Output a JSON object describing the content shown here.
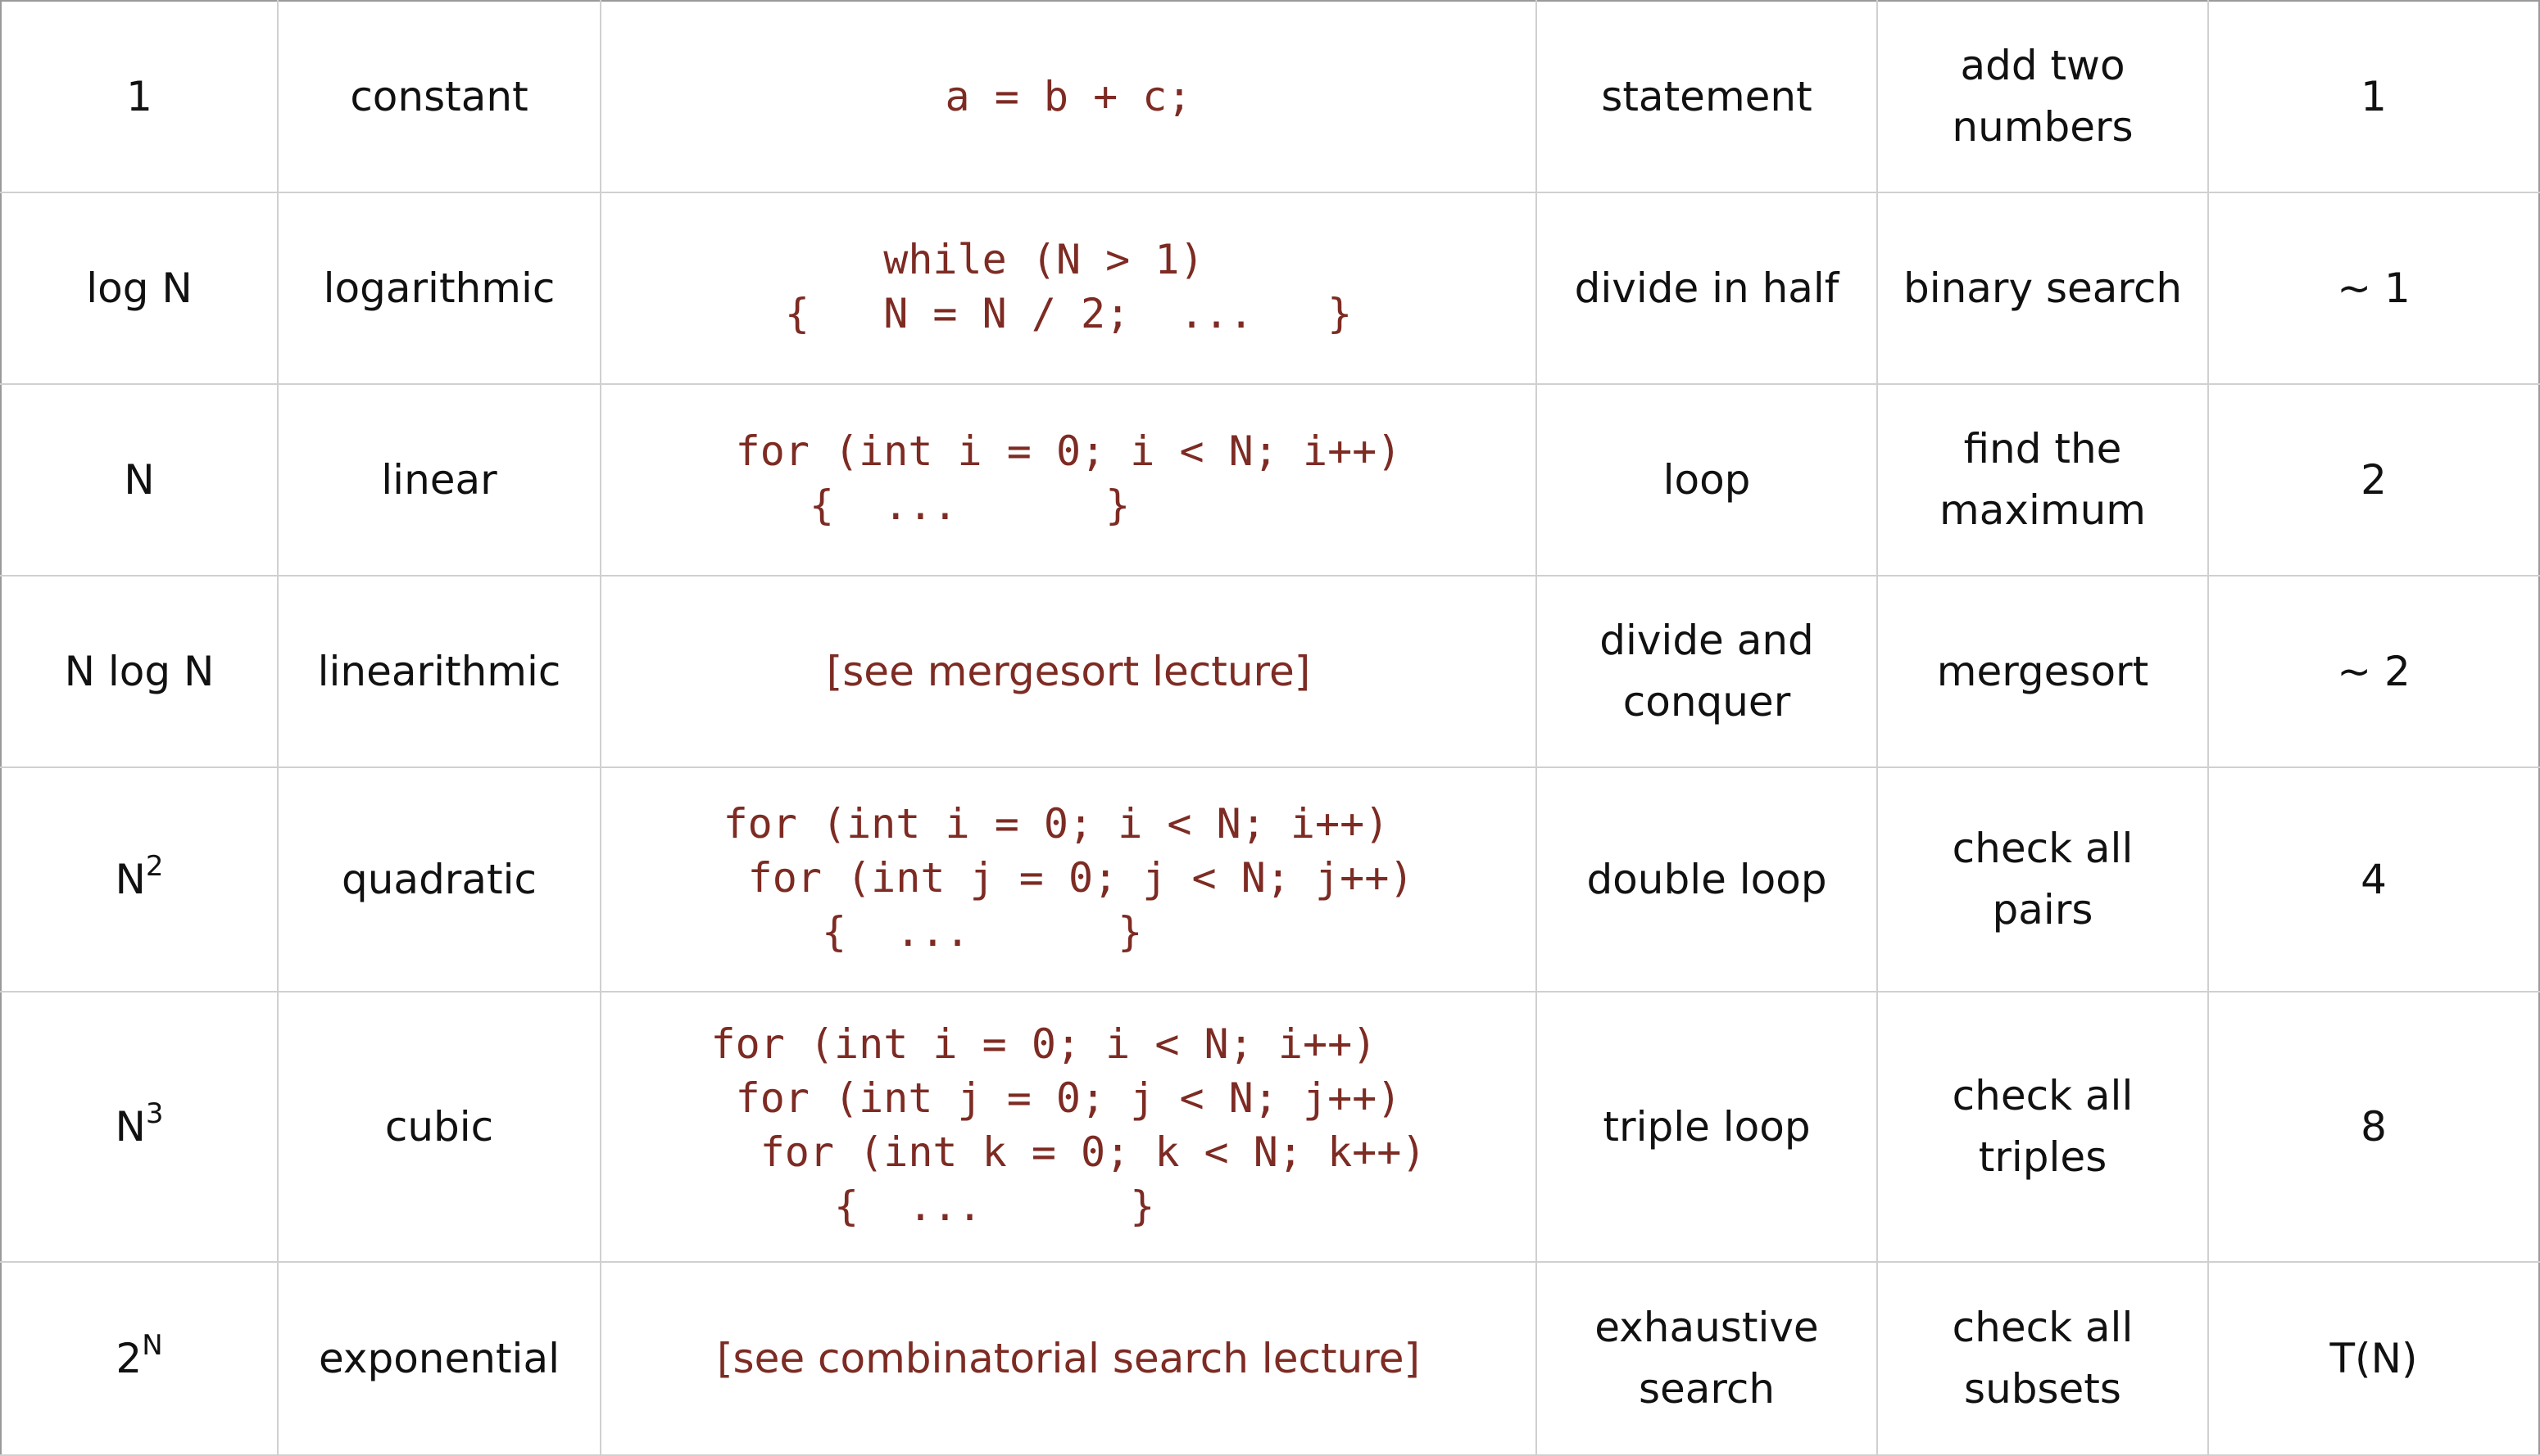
{
  "rows": [
    {
      "order_base": "1",
      "order_sup": "",
      "name": "constant",
      "code": "a = b + c;",
      "code_is_ref": false,
      "description": "statement",
      "example": "add two numbers",
      "ratio": "1"
    },
    {
      "order_base": "log N",
      "order_sup": "",
      "name": "logarithmic",
      "code": "    while (N > 1)\n{   N = N / 2;  ...   }",
      "code_is_ref": false,
      "description": "divide in half",
      "example": "binary search",
      "ratio": "~ 1"
    },
    {
      "order_base": "N",
      "order_sup": "",
      "name": "linear",
      "code": "for (int i = 0; i < N; i++)\n   {  ...      }",
      "code_is_ref": false,
      "description": "loop",
      "example": "find the maximum",
      "ratio": "2"
    },
    {
      "order_base": "N log N",
      "order_sup": "",
      "name": "linearithmic",
      "code": "[see mergesort lecture]",
      "code_is_ref": true,
      "description": "divide and conquer",
      "example": "mergesort",
      "ratio": "~ 2"
    },
    {
      "order_base": "N",
      "order_sup": "2",
      "name": "quadratic",
      "code": "for (int i = 0; i < N; i++)\n for (int j = 0; j < N; j++)\n    {  ...      }",
      "code_is_ref": false,
      "description": "double loop",
      "example": "check all pairs",
      "ratio": "4"
    },
    {
      "order_base": "N",
      "order_sup": "3",
      "name": "cubic",
      "code": "for (int i = 0; i < N; i++)\n for (int j = 0; j < N; j++)\n  for (int k = 0; k < N; k++)\n     {  ...      }",
      "code_is_ref": false,
      "description": "triple loop",
      "example": "check all triples",
      "ratio": "8"
    },
    {
      "order_base": "2",
      "order_sup": "N",
      "name": "exponential",
      "code": "[see combinatorial search lecture]",
      "code_is_ref": true,
      "description": "exhaustive search",
      "example": "check all subsets",
      "ratio": "T(N)"
    }
  ],
  "colors": {
    "code": "#7d2b23",
    "grid": "#d0d0d0",
    "text": "#111111"
  }
}
